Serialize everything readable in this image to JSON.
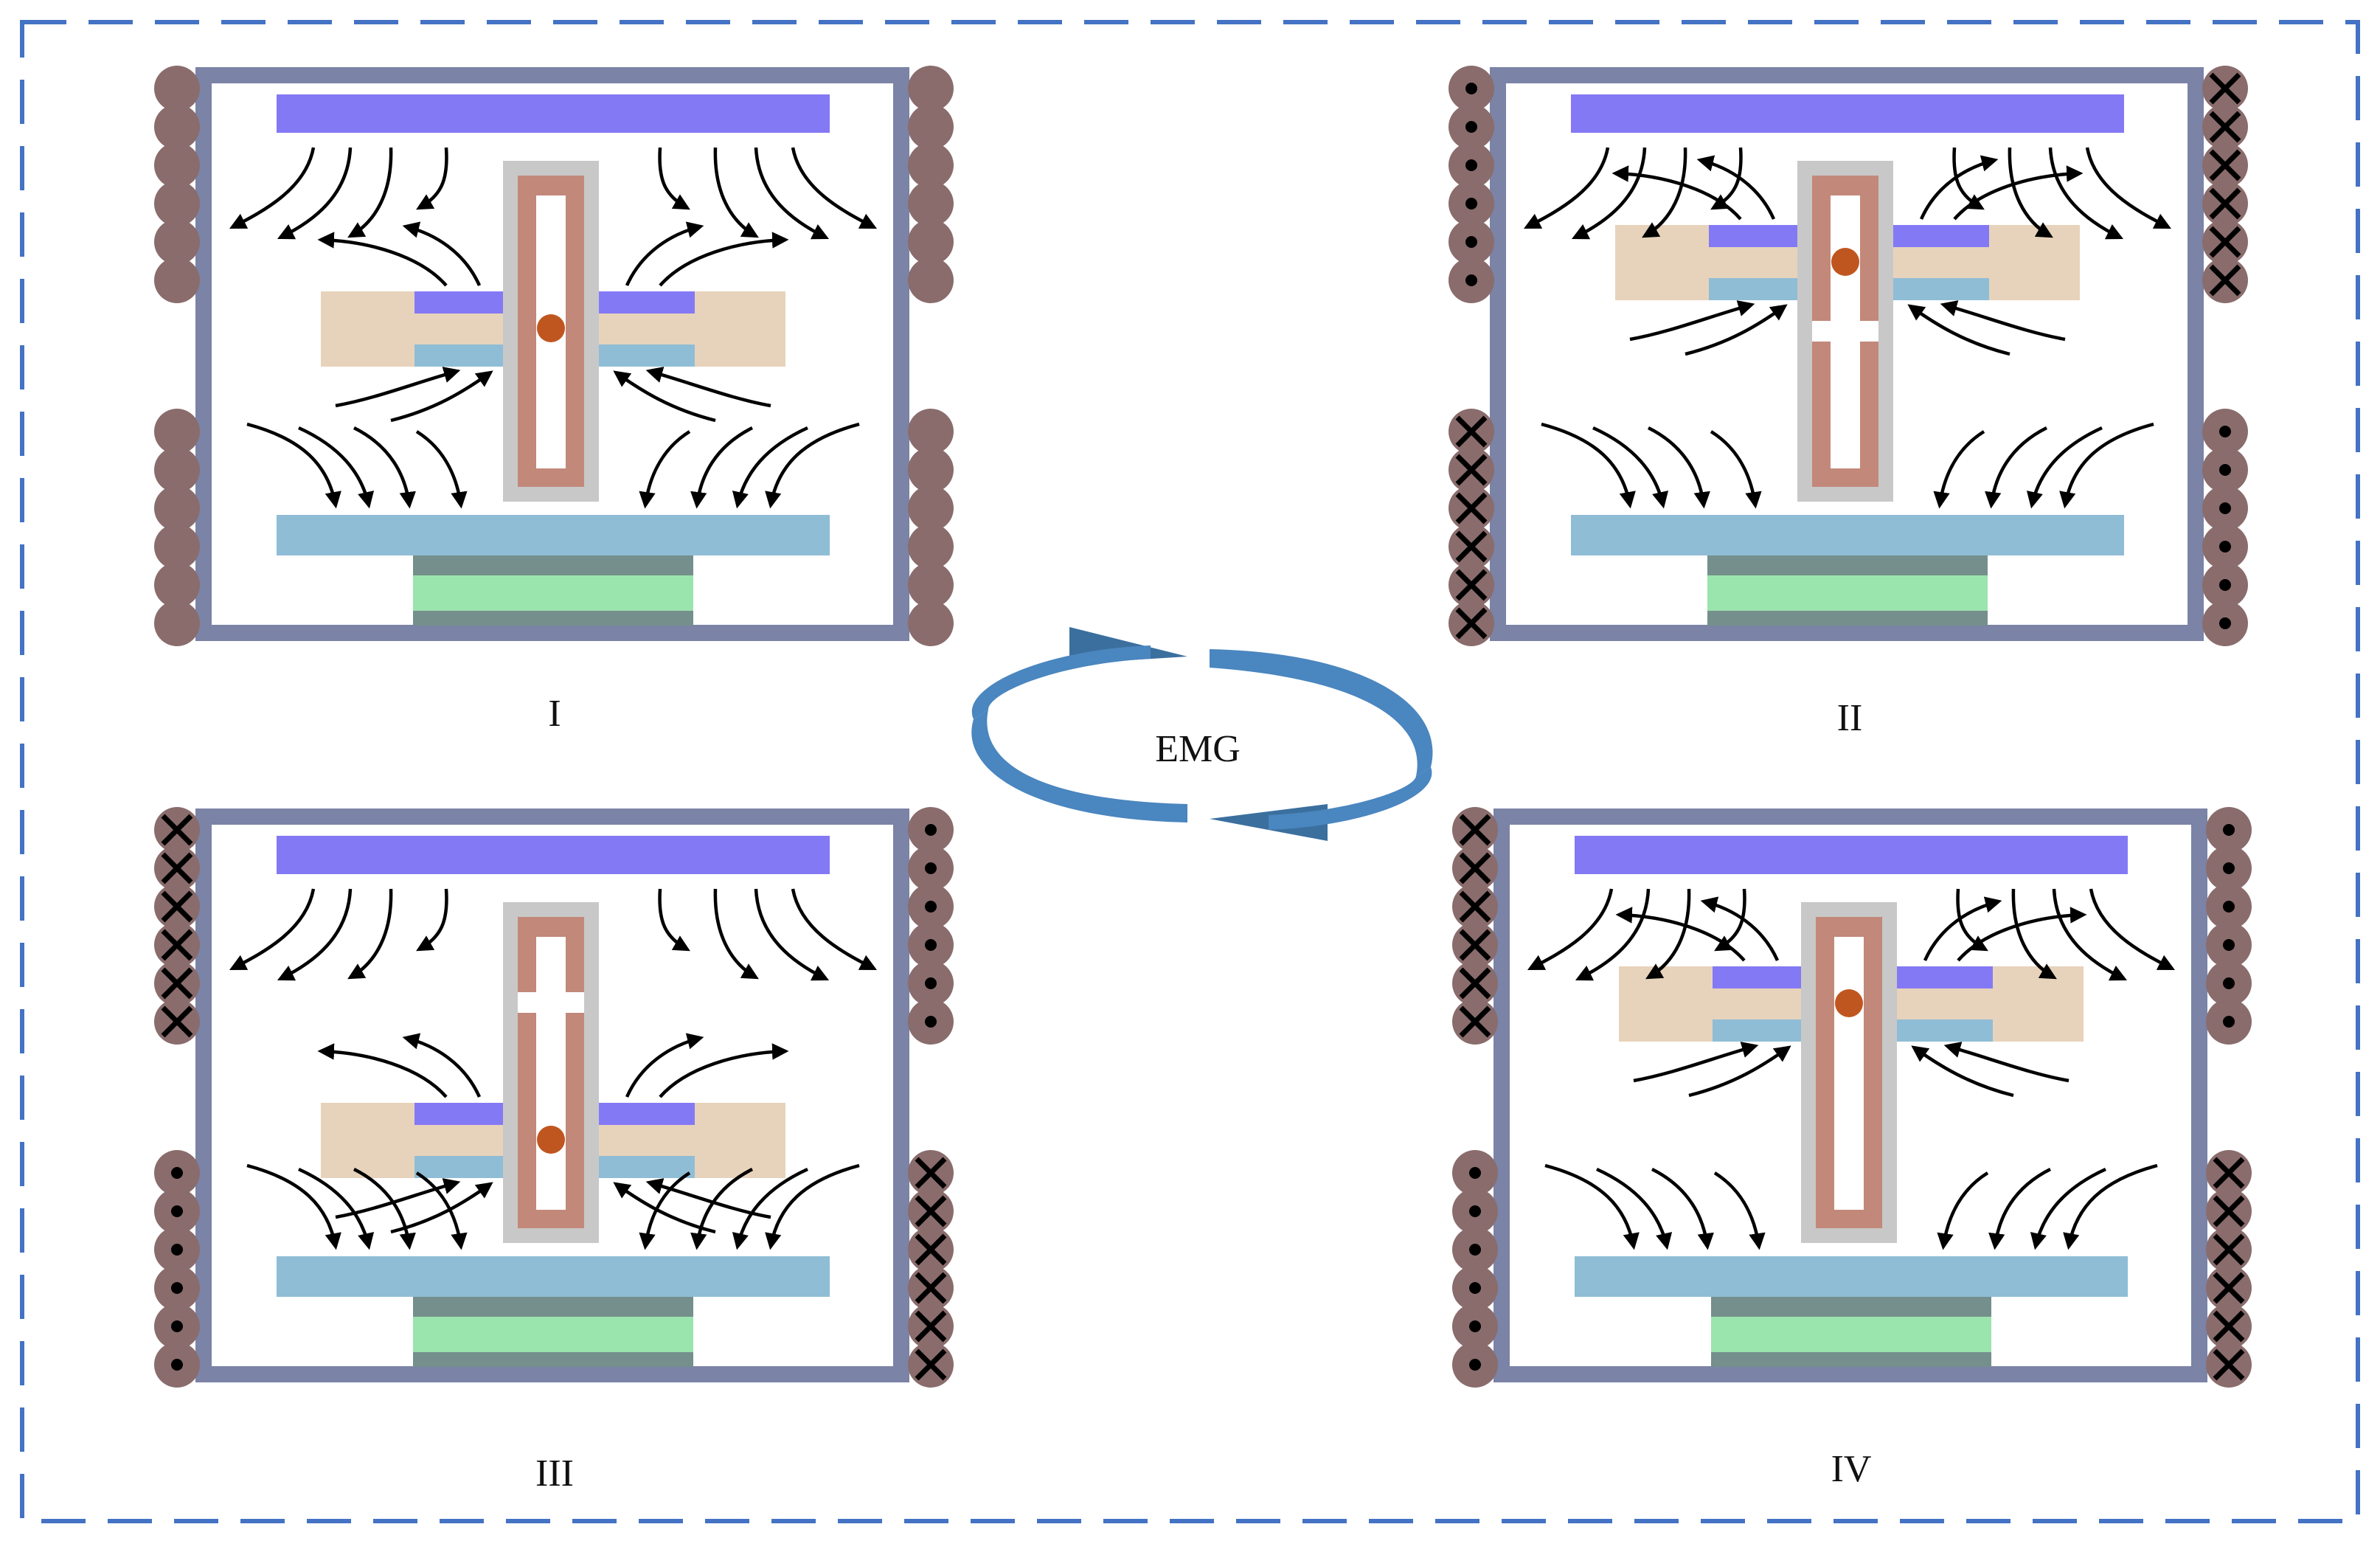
{
  "panels": [
    {
      "label": "I",
      "coil_left_upper": "plain",
      "coil_left_lower": "plain",
      "coil_right_upper": "plain",
      "coil_right_lower": "plain",
      "slider": "middle",
      "gap": "none"
    },
    {
      "label": "II",
      "coil_left_upper": "dot",
      "coil_left_lower": "cross",
      "coil_right_upper": "cross",
      "coil_right_lower": "dot",
      "slider": "upper",
      "gap": "lower"
    },
    {
      "label": "III",
      "coil_left_upper": "cross",
      "coil_left_lower": "dot",
      "coil_right_upper": "dot",
      "coil_right_lower": "cross",
      "slider": "lower",
      "gap": "upper"
    },
    {
      "label": "IV",
      "coil_left_upper": "cross",
      "coil_left_lower": "dot",
      "coil_right_upper": "dot",
      "coil_right_lower": "cross",
      "slider": "upper",
      "gap": "none"
    }
  ],
  "center_label": "EMG",
  "colors": {
    "frame": "#7b83a6",
    "coil": "#8a6c6c",
    "magnet_top": "#8479f5",
    "magnet_bottom": "#8fbdd6",
    "slider_body": "#e7d3bb",
    "rod_outer": "#c8c8c8",
    "rod_inner": "#c2887a",
    "pivot": "#c0561f",
    "base_green": "#9ae4ad",
    "base_dark": "#748f8c",
    "cycle_arrow": "#4a86bf",
    "cycle_arrow_dark": "#3b6f9e",
    "dashed_border": "#4472c4"
  }
}
